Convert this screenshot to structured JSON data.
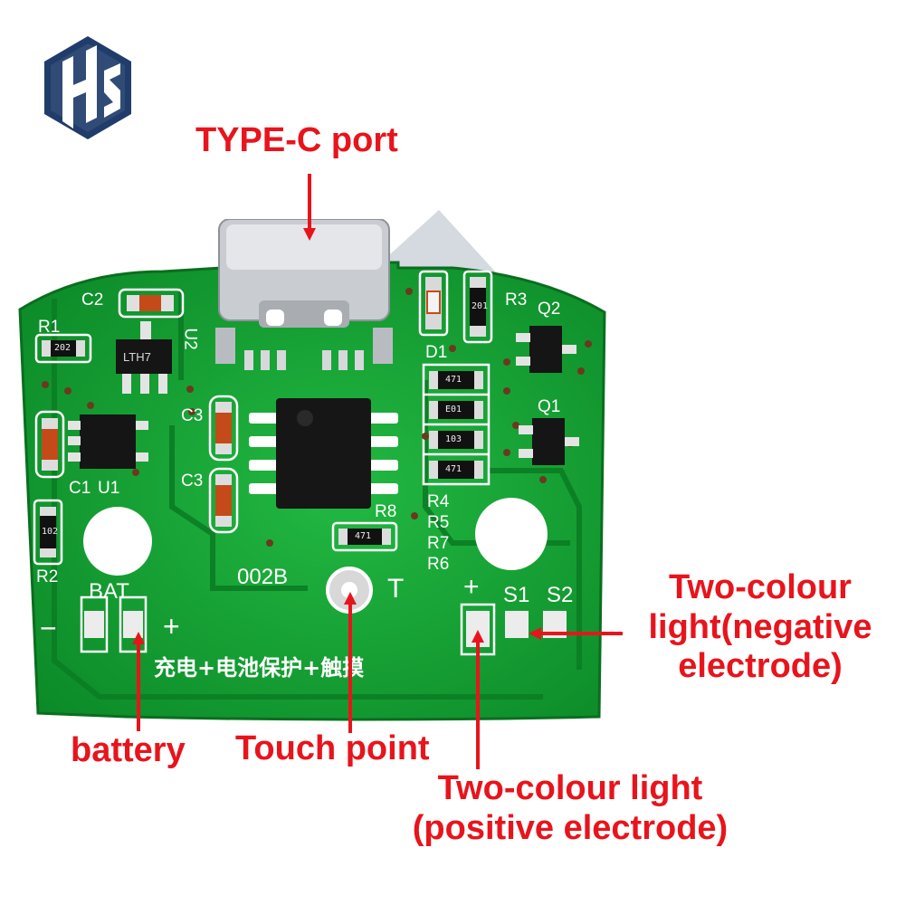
{
  "logo": {
    "name": "hs-logo",
    "text": "HS"
  },
  "colors": {
    "pcb_green": "#0f9a2e",
    "pcb_light": "#1fb43e",
    "callout_red": "#e8141c",
    "silkscreen": "#ffffff",
    "logo_blue": "#1f3c6b"
  },
  "callouts": {
    "type_c": "TYPE-C port",
    "battery": "battery",
    "touch_point": "Touch point",
    "two_colour_negative": [
      "Two-colour",
      "light(negative",
      "electrode)"
    ],
    "two_colour_positive": [
      "Two-colour light",
      "(positive electrode)"
    ]
  },
  "silkscreen": {
    "c2": "C2",
    "r1": "R1",
    "u2": "U2",
    "c3a": "C3",
    "c3b": "C3",
    "c1": "C1",
    "u1": "U1",
    "r2": "R2",
    "r8": "R8",
    "r3": "R3",
    "q2": "Q2",
    "q1": "Q1",
    "d1": "D1",
    "r4": "R4",
    "r5": "R5",
    "r7": "R7",
    "r6": "R6",
    "board_id": "002B",
    "bat": "BAT",
    "minus": "−",
    "plus_bat": "+",
    "t": "T",
    "plus_s": "+",
    "s1": "S1",
    "s2": "S2",
    "function": "充电+电池保护+触摸"
  },
  "component_marks": {
    "u2_mark": "LTH7",
    "r1_val": "202",
    "r2_val": "102",
    "r8_val": "471",
    "r3_val": "201",
    "r4_val": "471",
    "r5_val": "E01",
    "r7_val": "103",
    "r6_val": "471"
  }
}
